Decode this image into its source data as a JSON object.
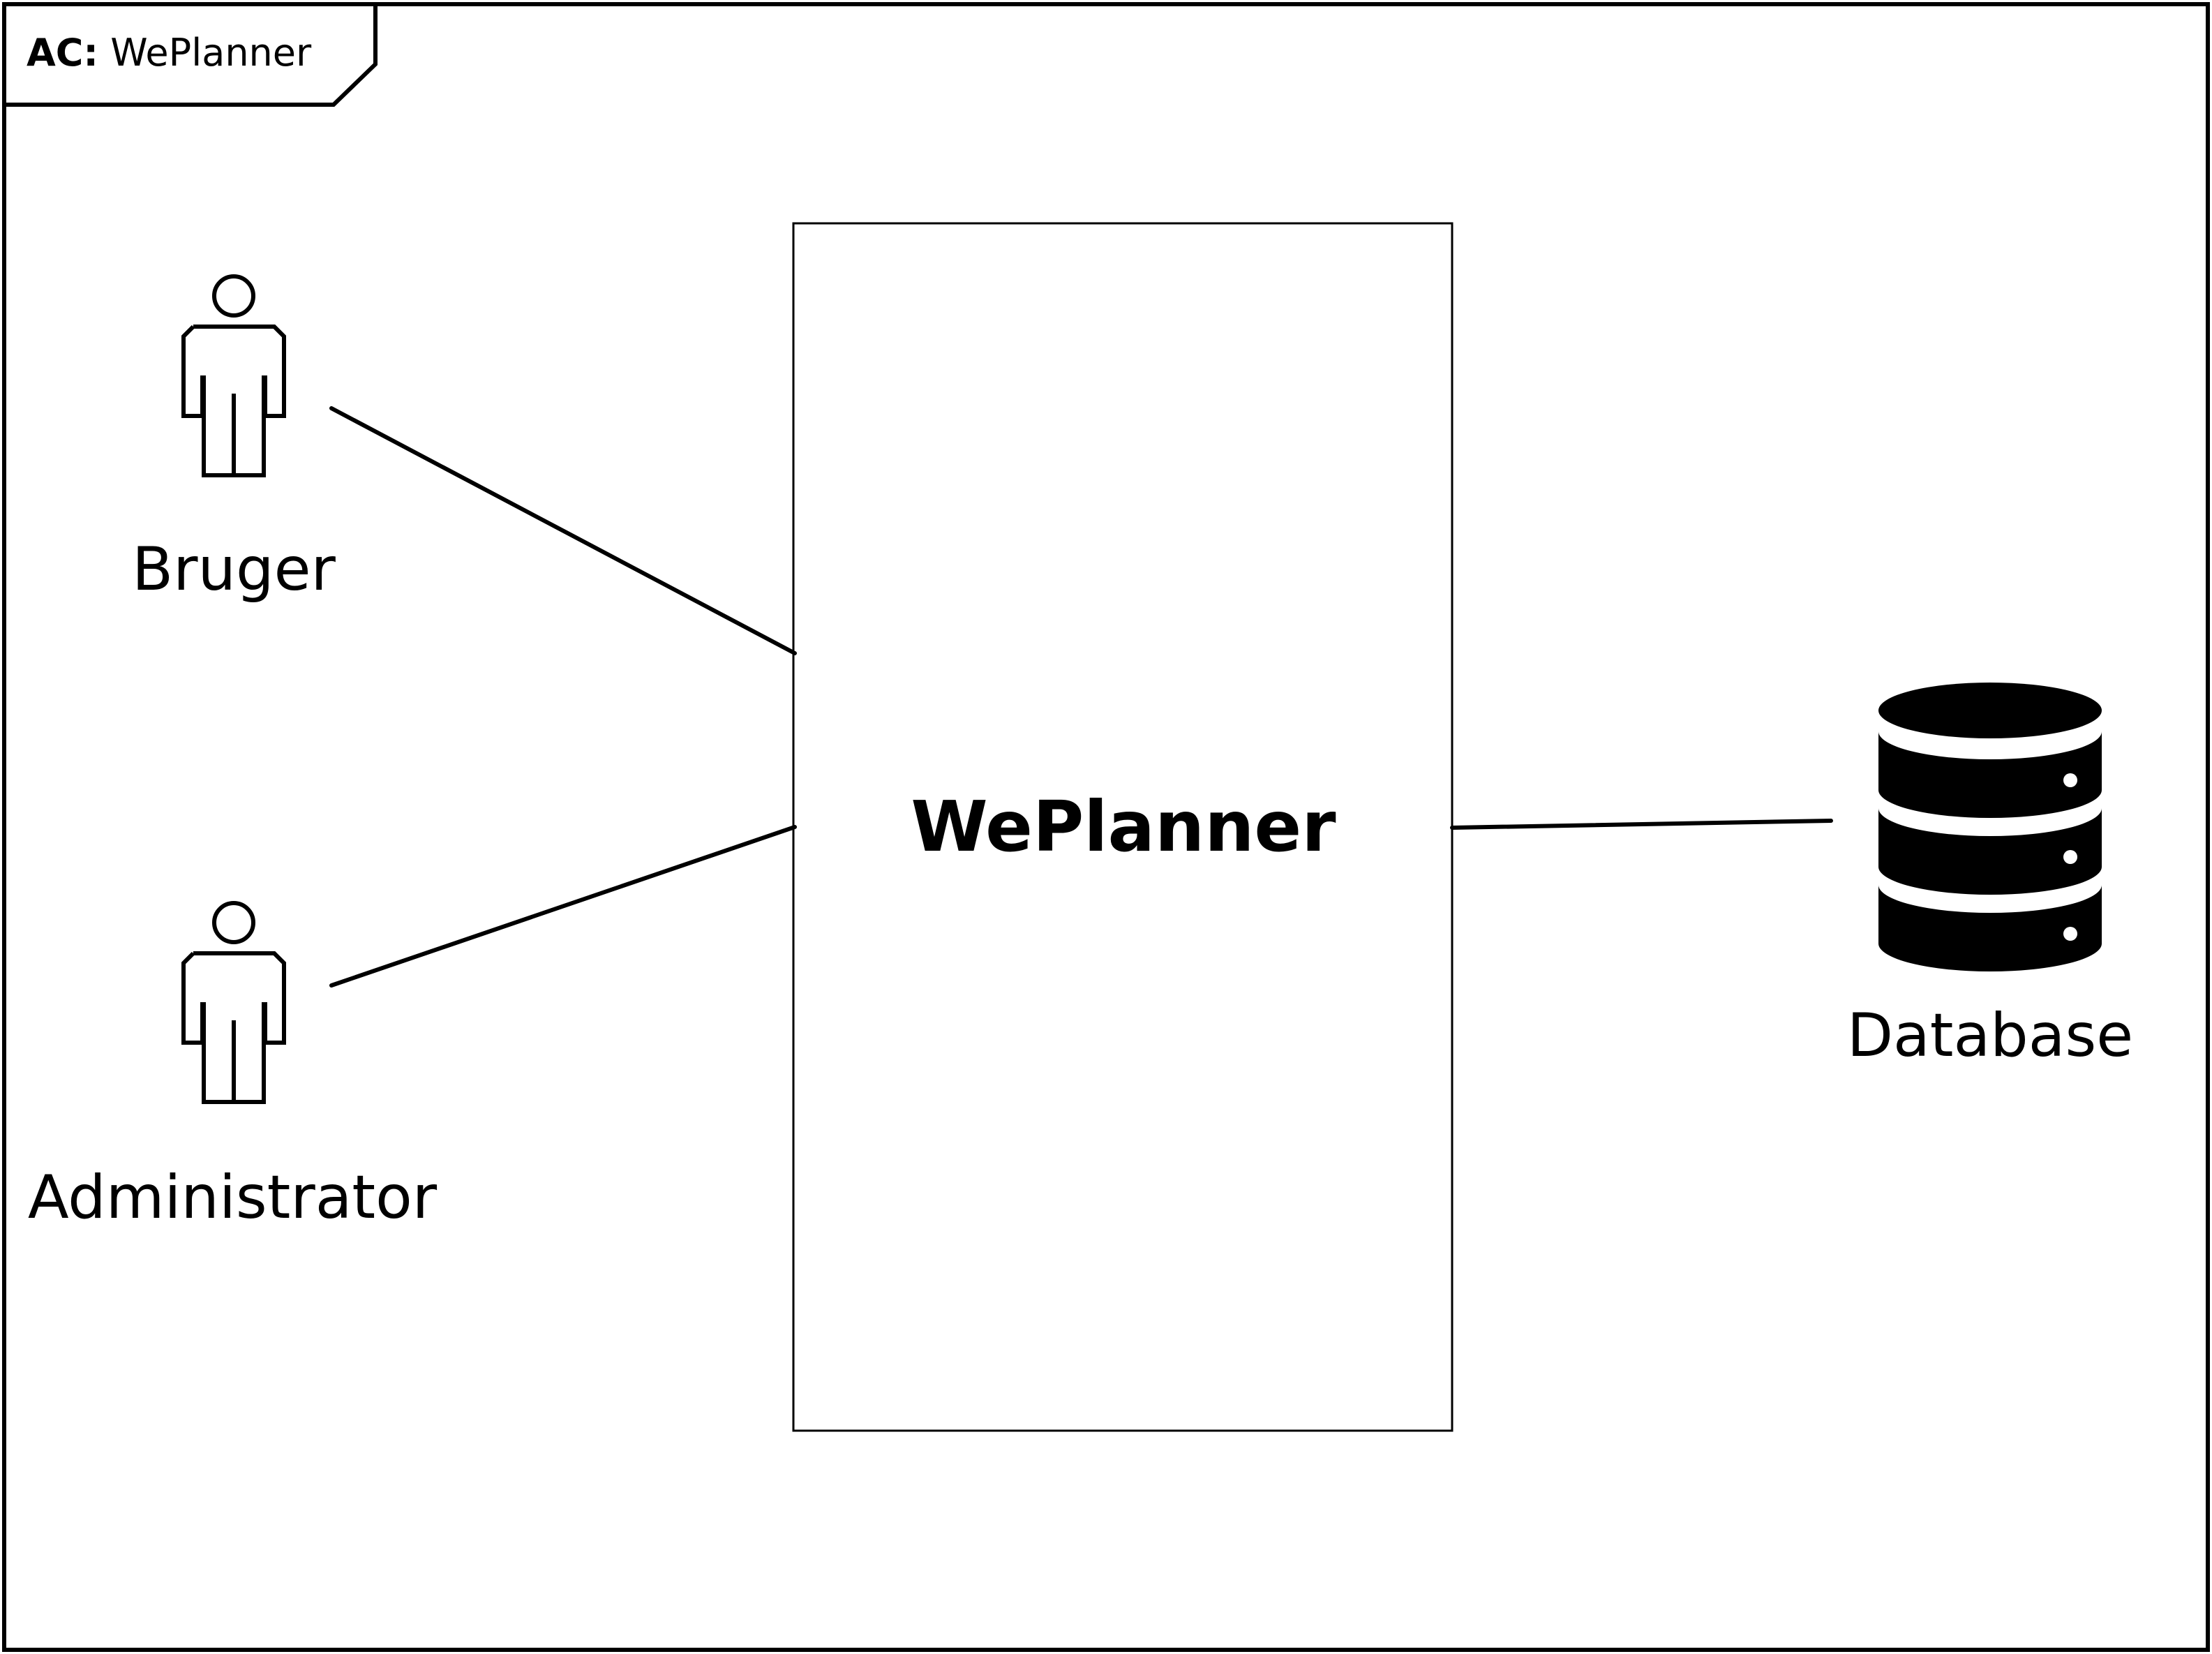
{
  "frame": {
    "keyword": "AC:",
    "name": "WePlanner"
  },
  "system": {
    "name": "WePlanner"
  },
  "actors": [
    {
      "label": "Bruger"
    },
    {
      "label": "Administrator"
    }
  ],
  "external": {
    "label": "Database",
    "icon": "database-icon"
  },
  "colors": {
    "stroke": "#000000",
    "background": "#ffffff"
  }
}
